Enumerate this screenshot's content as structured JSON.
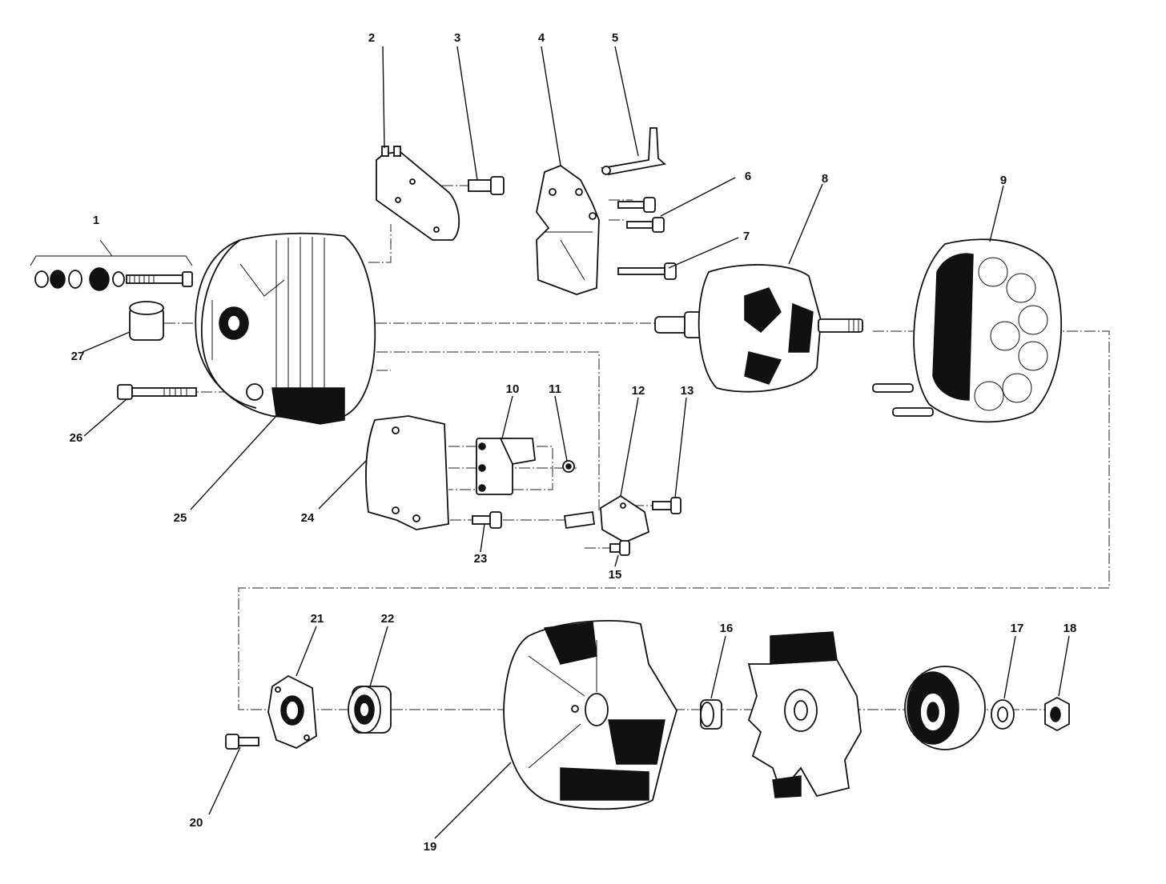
{
  "figure": {
    "callouts": {
      "c1": "1",
      "c2": "2",
      "c3": "3",
      "c4": "4",
      "c5": "5",
      "c6": "6",
      "c7": "7",
      "c8": "8",
      "c9": "9",
      "c10": "10",
      "c11": "11",
      "c12": "12",
      "c13": "13",
      "c15": "15",
      "c16": "16",
      "c17": "17",
      "c18": "18",
      "c19": "19",
      "c20": "20",
      "c21": "21",
      "c22": "22",
      "c23": "23",
      "c24": "24",
      "c25": "25",
      "c26": "26",
      "c27": "27"
    }
  }
}
